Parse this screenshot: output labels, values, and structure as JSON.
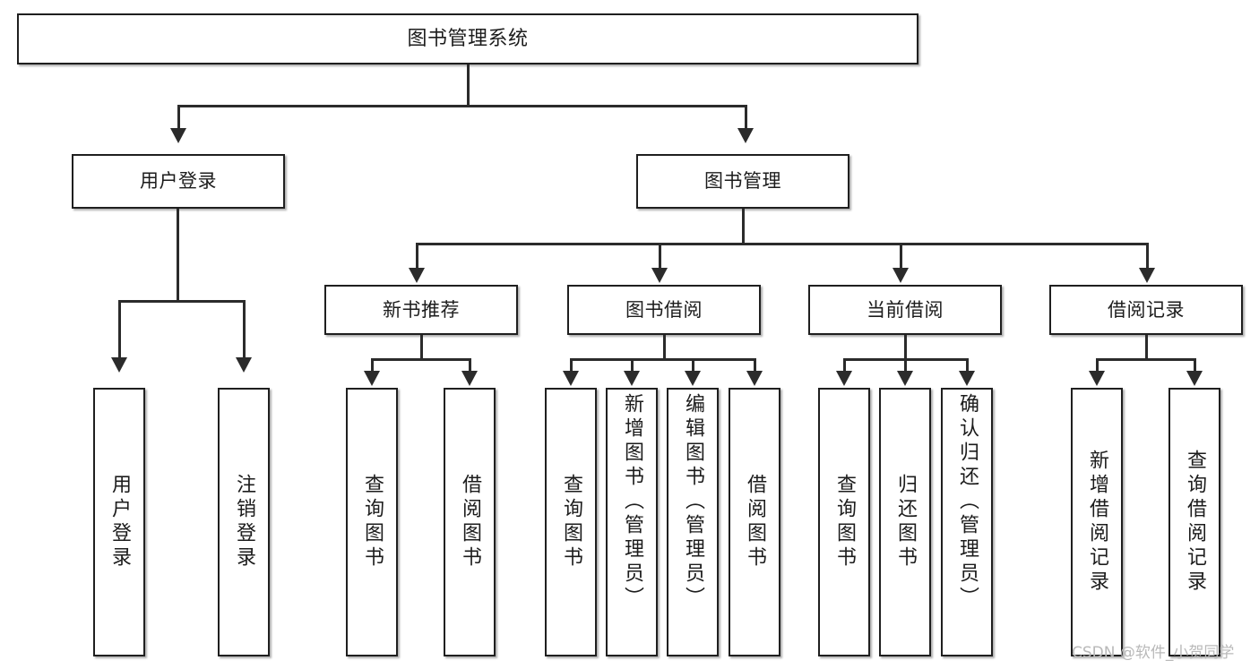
{
  "diagram": {
    "type": "tree",
    "title": "图书管理系统",
    "watermark": "CSDN @软件_小贺同学",
    "colors": {
      "box_border": "#1f1f1f",
      "box_fill": "#ffffff",
      "connector": "#2b2b2b",
      "text": "#1c1c1c",
      "watermark": "#b9b9b9",
      "background": "#ffffff"
    },
    "root": {
      "label": "图书管理系统"
    },
    "level1": [
      {
        "label": "用户登录"
      },
      {
        "label": "图书管理"
      }
    ],
    "level2": [
      {
        "label": "新书推荐"
      },
      {
        "label": "图书借阅"
      },
      {
        "label": "当前借阅"
      },
      {
        "label": "借阅记录"
      }
    ],
    "leaves": {
      "user_login": [
        {
          "label": "用户登录"
        },
        {
          "label": "注销登录"
        }
      ],
      "new_book_recommend": [
        {
          "label": "查询图书"
        },
        {
          "label": "借阅图书"
        }
      ],
      "book_borrow": [
        {
          "label": "查询图书"
        },
        {
          "label": "新增图书（管理员）"
        },
        {
          "label": "编辑图书（管理员）"
        },
        {
          "label": "借阅图书"
        }
      ],
      "current_borrow": [
        {
          "label": "查询图书"
        },
        {
          "label": "归还图书"
        },
        {
          "label": "确认归还（管理员）"
        }
      ],
      "borrow_record": [
        {
          "label": "新增借阅记录"
        },
        {
          "label": "查询借阅记录"
        }
      ]
    }
  }
}
